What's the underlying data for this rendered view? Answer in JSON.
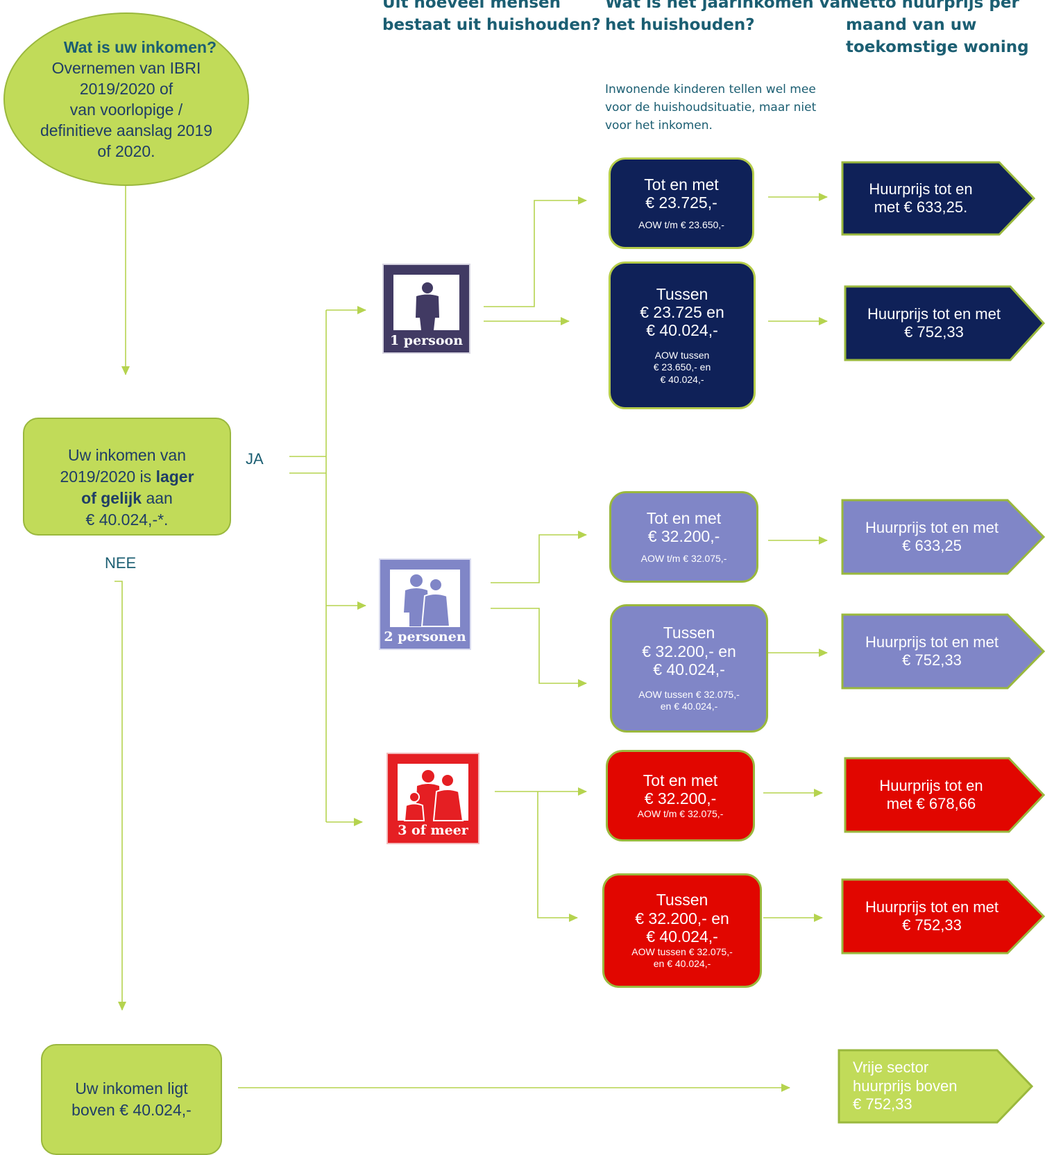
{
  "headers": {
    "col1": "Uit hoeveel mensen\nbestaat uit huishouden?",
    "col2": "Wat is het jaarinkomen van\nhet huishouden?",
    "col3": "Netto huurprijs per\nmaand van uw\ntoekomstige woning"
  },
  "note": "Inwonende kinderen tellen wel mee\nvoor de huishoudsituatie, maar niet\nvoor het inkomen.",
  "start": {
    "question": "Wat is uw inkomen?",
    "text": "Overnemen van IBRI\n2019/2020 of\nvan voorlopige /\ndefinitieve aanslag 2019\nof 2020."
  },
  "decision": {
    "before": "Uw inkomen van\n2019/2020 is ",
    "bold": "lager\nof gelijk",
    "after": " aan\n€ 40.024,-*."
  },
  "labels": {
    "yes": "JA",
    "no": "NEE"
  },
  "above": {
    "text": "Uw inkomen ligt\nboven € 40.024,-"
  },
  "households": [
    {
      "label": "1 persoon",
      "color": "#413a63"
    },
    {
      "label": "2 personen",
      "color": "#8086c7"
    },
    {
      "label": "3 of meer",
      "color": "#e51f23"
    }
  ],
  "incomes": [
    {
      "main": "Tot en met\n€ 23.725,-",
      "aow": "AOW t/m € 23.650,-"
    },
    {
      "main": "Tussen\n€ 23.725 en\n€ 40.024,-",
      "aow": "AOW tussen\n€ 23.650,- en\n€ 40.024,-"
    },
    {
      "main": "Tot en met\n€ 32.200,-",
      "aow": "AOW t/m € 32.075,-"
    },
    {
      "main": "Tussen\n€ 32.200,- en\n€ 40.024,-",
      "aow": "AOW tussen € 32.075,-\nen € 40.024,-"
    },
    {
      "main": "Tot en met\n€ 32.200,-",
      "aow": "AOW t/m € 32.075,-"
    },
    {
      "main": "Tussen\n€ 32.200,- en\n€ 40.024,-",
      "aow": "AOW tussen € 32.075,-\nen € 40.024,-"
    }
  ],
  "rents": [
    "Huurprijs tot en\nmet € 633,25.",
    "Huurprijs tot en met\n€ 752,33",
    "Huurprijs tot en met\n€ 633,25",
    "Huurprijs tot en met\n€ 752,33",
    "Huurprijs tot en\nmet € 678,66",
    "Huurprijs tot en met\n€ 752,33"
  ],
  "free_sector": "Vrije sector\nhuurprijs boven\n€ 752,33",
  "colors": {
    "green": "#c1db59",
    "navy": "#0f2158",
    "lavender": "#8086c7",
    "red": "#e10600",
    "connector": "#b5d34f"
  }
}
